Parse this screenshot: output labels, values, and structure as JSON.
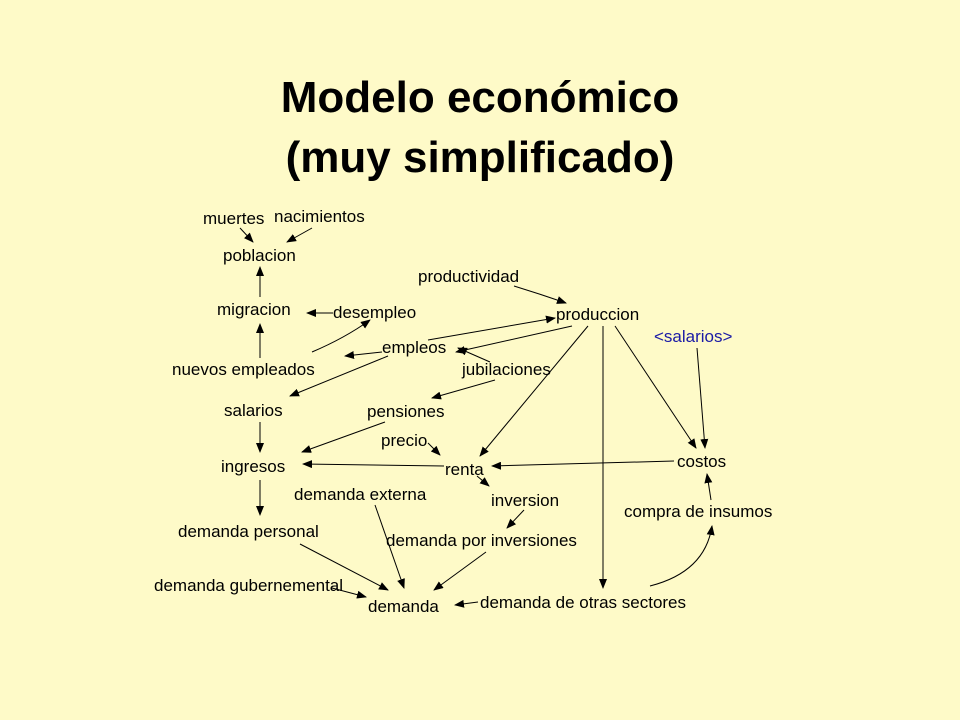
{
  "title_line1": "Modelo económico",
  "title_line2": "(muy simplificado)",
  "nodes": {
    "muertes": "muertes",
    "nacimientos": "nacimientos",
    "poblacion": "poblacion",
    "productividad": "productividad",
    "migracion": "migracion",
    "desempleo": "desempleo",
    "produccion": "produccion",
    "salarios_ext": "<salarios>",
    "empleos": "empleos",
    "nuevos_empleados": "nuevos empleados",
    "jubilaciones": "jubilaciones",
    "salarios": "salarios",
    "pensiones": "pensiones",
    "precio": "precio",
    "ingresos": "ingresos",
    "renta": "renta",
    "costos": "costos",
    "demanda_externa": "demanda externa",
    "inversion": "inversion",
    "compra_insumos": "compra de insumos",
    "demanda_personal": "demanda personal",
    "demanda_inversiones": "demanda por inversiones",
    "demanda_gubernemental": "demanda gubernemental",
    "demanda": "demanda",
    "demanda_otras": "demanda de otras sectores"
  }
}
